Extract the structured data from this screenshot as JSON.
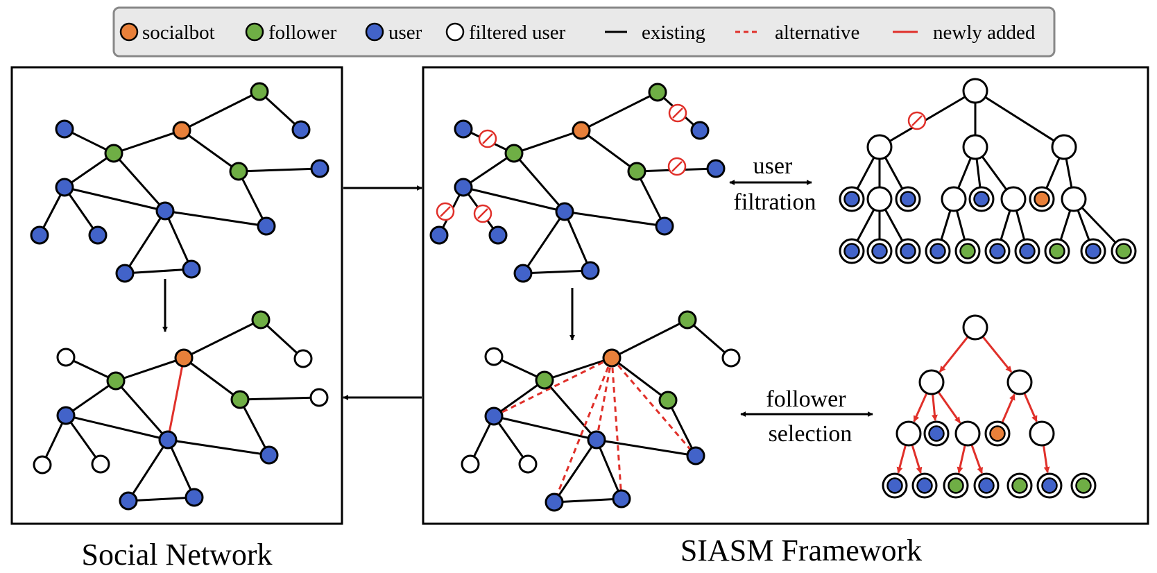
{
  "colors": {
    "socialbot": "#E8803A",
    "follower": "#6FAE45",
    "user": "#4263C9",
    "filtered": "#FFFFFF",
    "accent_red": "#E0302A",
    "legend_bg": "#E9E9E9",
    "legend_border": "#888888"
  },
  "legend": {
    "socialbot": "socialbot",
    "follower": "follower",
    "user": "user",
    "filtered_user": "filtered user",
    "existing": "existing",
    "alternative": "alternative",
    "newly_added": "newly added"
  },
  "labels": {
    "user_filtration": [
      "user",
      "filtration"
    ],
    "follower_selection": [
      "follower",
      "selection"
    ]
  },
  "captions": {
    "left": "Social Network",
    "right": "SIASM Framework"
  }
}
